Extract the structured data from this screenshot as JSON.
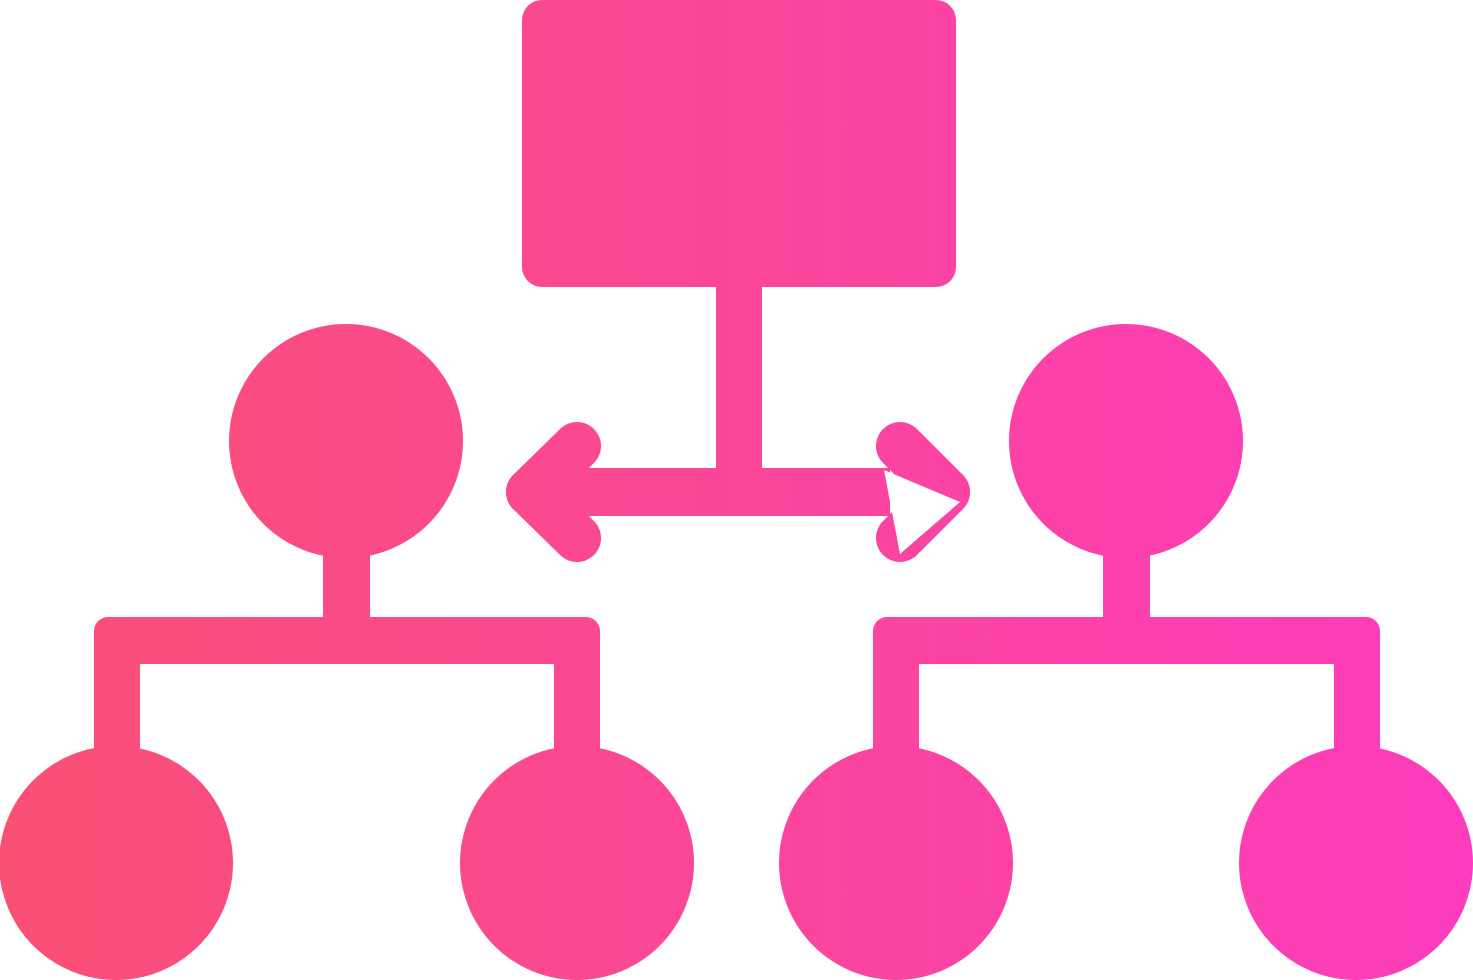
{
  "icon": {
    "name": "hierarchy-structure-icon",
    "gradient": {
      "start_color": "#fa5074",
      "end_color": "#fc3cbe"
    },
    "background": "#ffffff"
  },
  "nodes": [
    {
      "id": "root",
      "shape": "rounded-rectangle"
    },
    {
      "id": "left-parent",
      "shape": "circle"
    },
    {
      "id": "right-parent",
      "shape": "circle"
    },
    {
      "id": "left-child-1",
      "shape": "circle"
    },
    {
      "id": "left-child-2",
      "shape": "circle"
    },
    {
      "id": "right-child-1",
      "shape": "circle"
    },
    {
      "id": "right-child-2",
      "shape": "circle"
    }
  ],
  "edges": [
    {
      "from": "root",
      "to": "left-parent",
      "style": "arrow"
    },
    {
      "from": "root",
      "to": "right-parent",
      "style": "arrow"
    },
    {
      "from": "left-parent",
      "to": "left-child-1",
      "style": "line"
    },
    {
      "from": "left-parent",
      "to": "left-child-2",
      "style": "line"
    },
    {
      "from": "right-parent",
      "to": "right-child-1",
      "style": "line"
    },
    {
      "from": "right-parent",
      "to": "right-child-2",
      "style": "line"
    }
  ]
}
